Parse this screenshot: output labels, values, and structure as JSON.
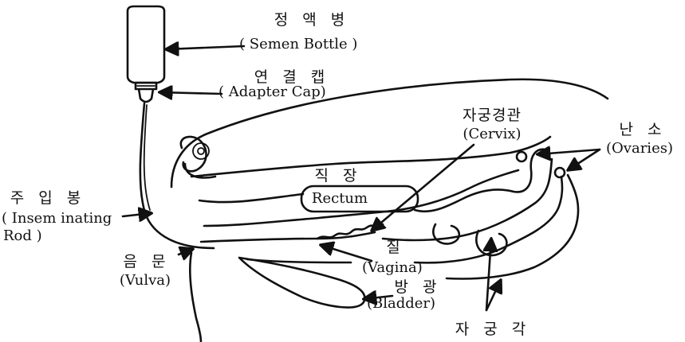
{
  "labels": {
    "semen_bottle_ko": "정 액 병",
    "semen_bottle_en": "( Semen Bottle )",
    "adapter_cap_ko": "연 결 캡",
    "adapter_cap_en": "( Adapter Cap)",
    "cervix_ko": "자궁경관",
    "cervix_en": "(Cervix)",
    "ovaries_ko": "난 소",
    "ovaries_en": "(Ovaries)",
    "rectum_ko": "직 장",
    "rectum_en": "Rectum",
    "rod_ko": "주 입 봉",
    "rod_en_1": "( Insem inating",
    "rod_en_2": "Rod )",
    "vagina_ko": "질",
    "vagina_en": "(Vagina)",
    "vulva_ko": "음 문",
    "vulva_en": "(Vulva)",
    "bladder_ko": "방 광",
    "bladder_en": "(Bladder)",
    "uterine_horn_ko": "자 궁 각"
  },
  "colors": {
    "ink": "#111111",
    "background": "#ffffff"
  }
}
